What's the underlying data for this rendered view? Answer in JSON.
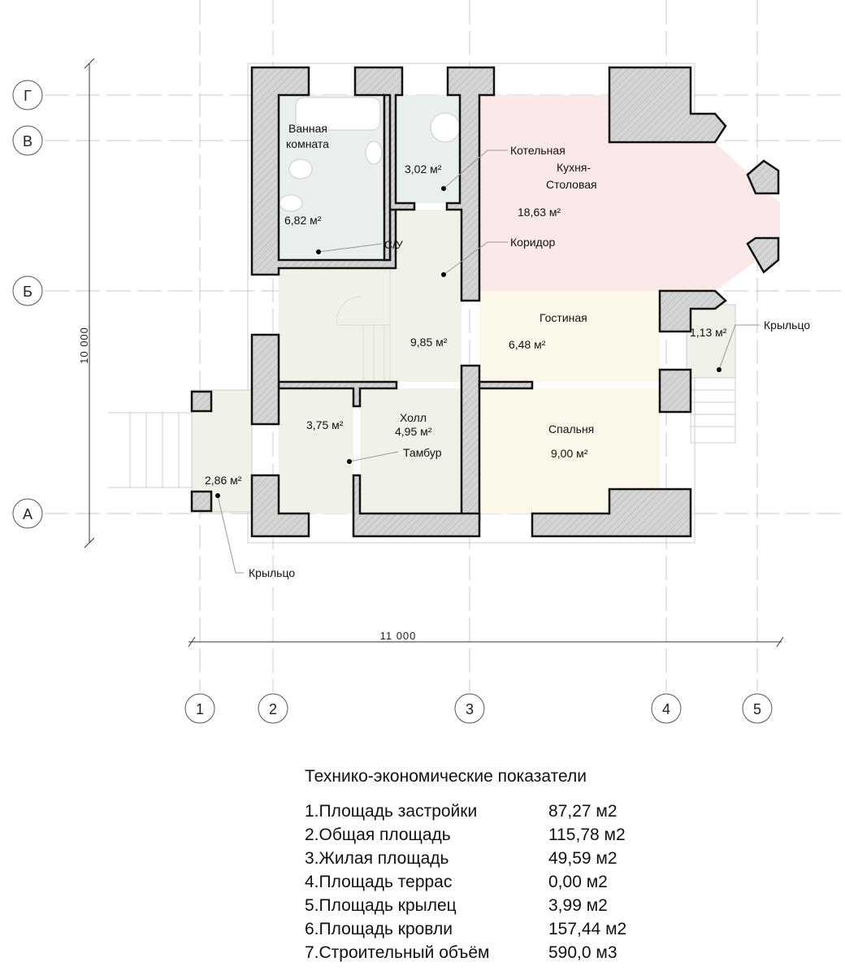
{
  "axes": {
    "rows": [
      "Г",
      "В",
      "Б",
      "А"
    ],
    "columns": [
      "1",
      "2",
      "3",
      "4",
      "5"
    ],
    "dim_vertical": "10 000",
    "dim_horizontal": "11 000"
  },
  "rooms": {
    "bath": {
      "name_1": "Ванная",
      "name_2": "комната",
      "area": "6,82 м²"
    },
    "wc": {
      "name": "С/У"
    },
    "boiler": {
      "name": "Котельная",
      "area": "3,02 м²"
    },
    "kitchen": {
      "name_1": "Кухня-",
      "name_2": "Столовая",
      "area": "18,63 м²"
    },
    "corridor": {
      "name": "Коридор",
      "area": "9,85 м²"
    },
    "living": {
      "name": "Гостиная",
      "area": "6,48 м²"
    },
    "porch_right": {
      "name": "Крыльцо",
      "area": "1,13 м²"
    },
    "hall": {
      "name": "Холл",
      "area": "4,95 м²"
    },
    "tambur": {
      "name": "Тамбур",
      "area": "3,75 м²"
    },
    "bedroom": {
      "name": "Спальня",
      "area": "9,00 м²"
    },
    "porch_left": {
      "name": "Крыльцо",
      "area": "2,86 м²"
    }
  },
  "indicators": {
    "title": "Технико-экономические показатели",
    "items": [
      {
        "label": "1.Площадь застройки",
        "value": "87,27 м2"
      },
      {
        "label": "2.Общая площадь",
        "value": "115,78 м2"
      },
      {
        "label": "3.Жилая площадь",
        "value": "49,59 м2"
      },
      {
        "label": "4.Площадь террас",
        "value": "0,00 м2"
      },
      {
        "label": "5.Площадь крылец",
        "value": "3,99 м2"
      },
      {
        "label": "6.Площадь кровли",
        "value": "157,44 м2"
      },
      {
        "label": "7.Строительный объём",
        "value": "590,0 м3"
      }
    ]
  },
  "colors": {
    "wet": "#e9efee",
    "kitchen": "#fbe9e9",
    "hall": "#f1f1e7",
    "living": "#fbf8ea",
    "wall": "#d4d4d4"
  }
}
